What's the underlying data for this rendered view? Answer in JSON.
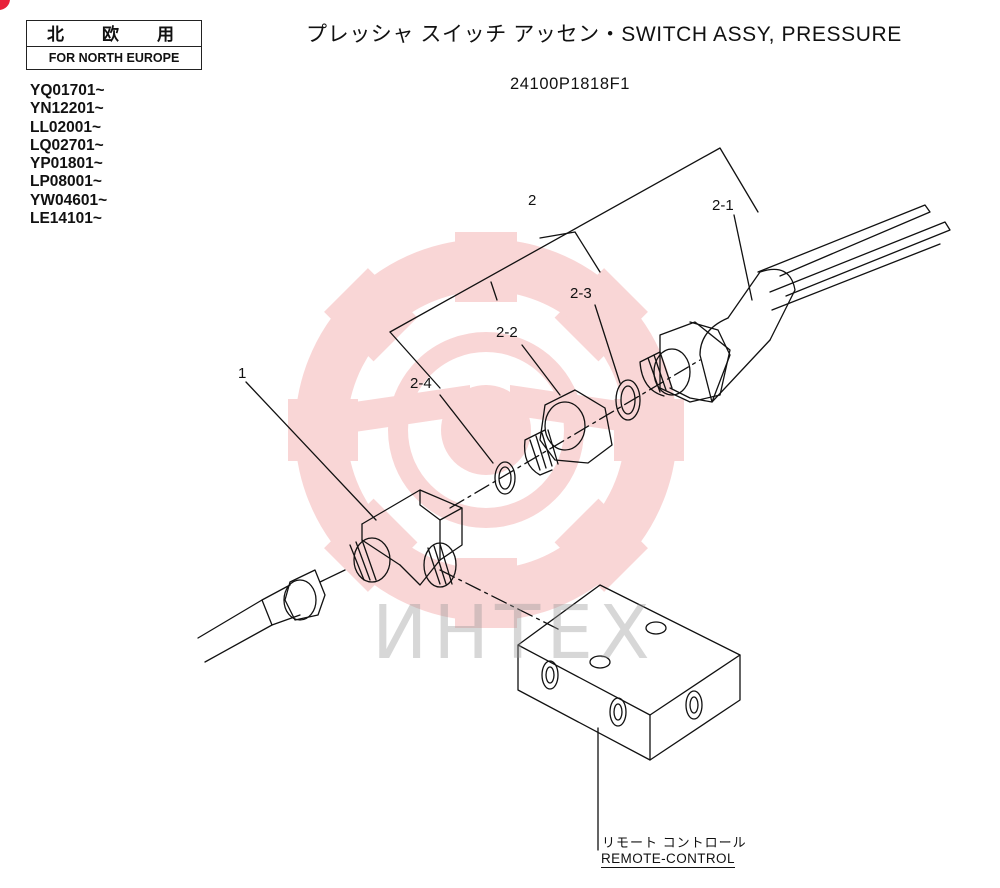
{
  "region": {
    "label_jp": "北欧用",
    "label_en": "FOR NORTH EUROPE"
  },
  "serials": [
    "YQ01701~",
    "YN12201~",
    "LL02001~",
    "LQ02701~",
    "YP01801~",
    "LP08001~",
    "YW04601~",
    "LE14101~"
  ],
  "title": "プレッシャ スイッチ アッセン・SWITCH ASSY, PRESSURE",
  "part_number": "24100P1818F1",
  "callouts": {
    "c1": "1",
    "c2": "2",
    "c2_1": "2-1",
    "c2_2": "2-2",
    "c2_3": "2-3",
    "c2_4": "2-4"
  },
  "remote_control": {
    "label_jp": "リモート コントロール",
    "label_en": "REMOTE-CONTROL"
  },
  "watermark": {
    "text": "ИНТЕХ",
    "color": "#f2a7a7"
  }
}
